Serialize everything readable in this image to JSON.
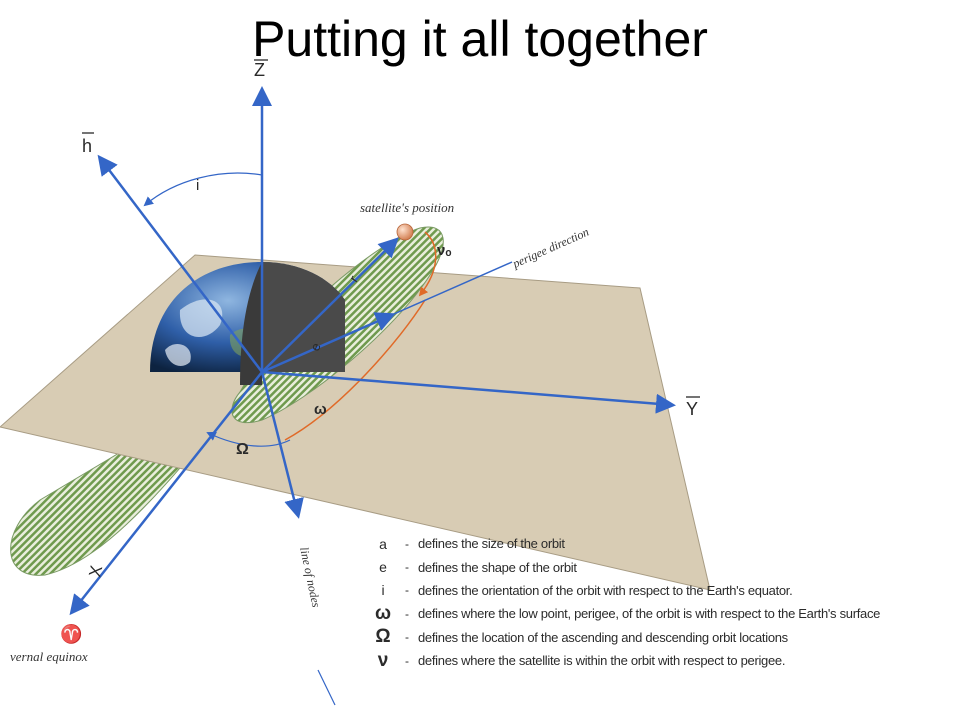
{
  "title": "Putting it all together",
  "axes": {
    "z": "Z",
    "h": "h",
    "y": "Y",
    "x": "X"
  },
  "angles": {
    "inclination": "i",
    "raan": "Ω",
    "arg_perigee": "ω",
    "true_anomaly": "νₒ"
  },
  "vectors": {
    "position": "r",
    "eccentricity": "e"
  },
  "annotations": {
    "satellite_position": "satellite's position",
    "perigee_direction": "perigee direction",
    "line_of_nodes": "line of nodes",
    "vernal_equinox_symbol": "♈",
    "vernal_equinox": "vernal equinox"
  },
  "legend": [
    {
      "symbol": "a",
      "text": "defines the size of the orbit"
    },
    {
      "symbol": "e",
      "text": "defines the shape of the orbit"
    },
    {
      "symbol": "i",
      "text": "defines the orientation of the orbit with respect to the Earth's equator."
    },
    {
      "symbol": "ω",
      "text": "defines where the low point, perigee, of the orbit is with respect to the Earth's surface"
    },
    {
      "symbol": "Ω",
      "text": "defines the location of the ascending and descending orbit locations"
    },
    {
      "symbol": "ν",
      "text": "defines where the satellite is within the orbit with respect to perigee."
    }
  ],
  "legend_separator": "-",
  "colors": {
    "plane": "#d8ccb4",
    "orbit_stripe": "#6f9a4e",
    "axis": "#3466c7",
    "arc": "#e06a28",
    "earth_water": "#2f5fa8",
    "earth_shadow": "#3c3c3c"
  }
}
